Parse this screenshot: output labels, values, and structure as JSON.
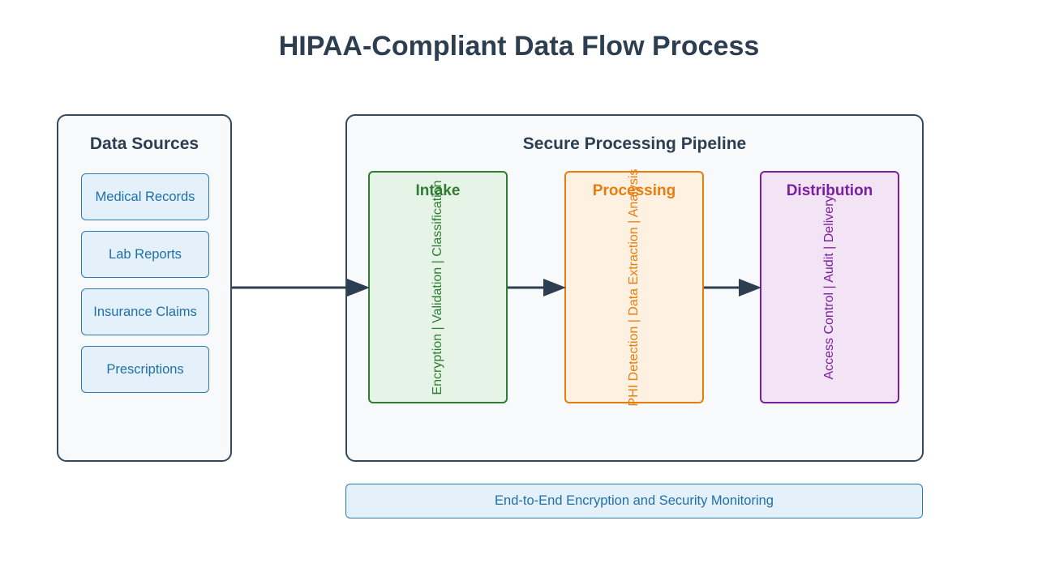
{
  "title": "HIPAA-Compliant Data Flow Process",
  "data_sources": {
    "title": "Data Sources",
    "items": [
      "Medical Records",
      "Lab Reports",
      "Insurance Claims",
      "Prescriptions"
    ]
  },
  "pipeline": {
    "title": "Secure Processing Pipeline",
    "stages": [
      {
        "title": "Intake",
        "steps": "Encryption | Validation | Classification",
        "color": "#2e7d32",
        "fill": "#e6f3e7"
      },
      {
        "title": "Processing",
        "steps": "PHI Detection | Data Extraction | Analysis",
        "color": "#e67e0f",
        "fill": "#fff1e1"
      },
      {
        "title": "Distribution",
        "steps": "Access Control | Audit | Delivery",
        "color": "#7b1fa2",
        "fill": "#f3e4f5"
      }
    ]
  },
  "security_bar": {
    "label": "End-to-End Encryption and Security Monitoring"
  },
  "colors": {
    "title_text": "#2c3e50",
    "panel_border": "#34495e",
    "panel_fill": "#f7f9fb",
    "source_fill": "#e4f1fb",
    "source_text": "#1f6fa8",
    "arrow": "#2c3e50"
  }
}
